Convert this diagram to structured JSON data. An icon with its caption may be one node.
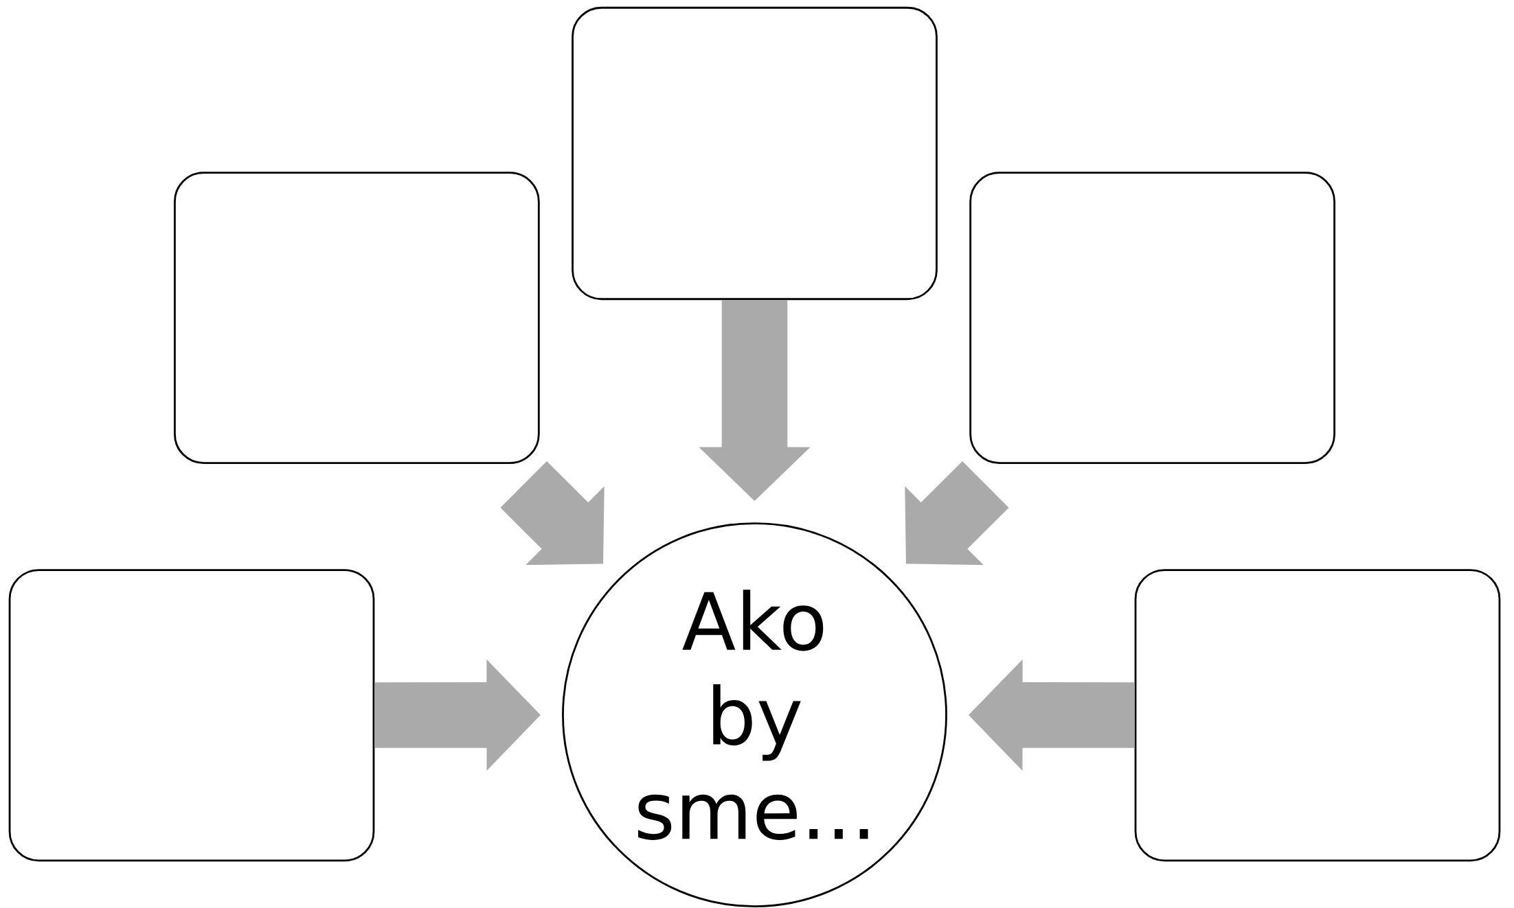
{
  "diagram": {
    "nodes": [
      {
        "text": [],
        "shape": "box"
      },
      {
        "text": [],
        "shape": "box"
      },
      {
        "text": [],
        "shape": "box"
      },
      {
        "text": [],
        "shape": "box"
      },
      {
        "text": [
          "Ako by sme..."
        ]
      },
      {
        "text": [],
        "shape": "box"
      }
    ],
    "edges": [
      {
        "from": 0,
        "to": 4,
        "arrow": "to"
      },
      {
        "from": 1,
        "to": 4,
        "arrow": "to"
      },
      {
        "from": 2,
        "to": 4,
        "arrow": "to"
      },
      {
        "from": 3,
        "to": 4,
        "arrow": "to"
      },
      {
        "from": 5,
        "to": 4,
        "arrow": "to"
      }
    ]
  }
}
